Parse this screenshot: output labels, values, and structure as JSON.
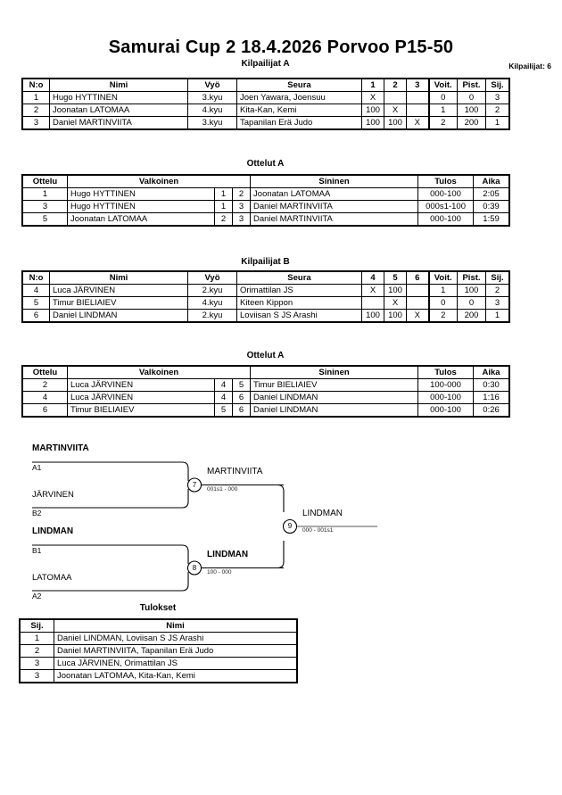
{
  "header": {
    "title": "Samurai Cup 2  18.4.2026  Porvoo   P15-50",
    "entrants_label": "Kilpailijat: 6"
  },
  "captions": {
    "pool_a": "Kilpailijat A",
    "matches_a": "Ottelut A",
    "pool_b": "Kilpailijat B",
    "matches_b": "Ottelut A",
    "results": "Tulokset"
  },
  "pool_headers_a": {
    "no": "N:o",
    "name": "Nimi",
    "belt": "Vyö",
    "club": "Seura",
    "m1": "1",
    "m2": "2",
    "m3": "3",
    "wins": "Voit.",
    "points": "Pist.",
    "rank": "Sij."
  },
  "pool_headers_b": {
    "no": "N:o",
    "name": "Nimi",
    "belt": "Vyö",
    "club": "Seura",
    "m1": "4",
    "m2": "5",
    "m3": "6",
    "wins": "Voit.",
    "points": "Pist.",
    "rank": "Sij."
  },
  "pool_a_rows": [
    {
      "no": "1",
      "name": "Hugo HYTTINEN",
      "belt": "3.kyu",
      "club": "Joen Yawara, Joensuu",
      "m1": "X",
      "m2": "",
      "m3": "",
      "wins": "0",
      "points": "0",
      "rank": "3"
    },
    {
      "no": "2",
      "name": "Joonatan LATOMAA",
      "belt": "4.kyu",
      "club": "Kita-Kan, Kemi",
      "m1": "100",
      "m2": "X",
      "m3": "",
      "wins": "1",
      "points": "100",
      "rank": "2"
    },
    {
      "no": "3",
      "name": "Daniel MARTINVIITA",
      "belt": "3.kyu",
      "club": "Tapanilan Erä Judo",
      "m1": "100",
      "m2": "100",
      "m3": "X",
      "wins": "2",
      "points": "200",
      "rank": "1"
    }
  ],
  "pool_b_rows": [
    {
      "no": "4",
      "name": "Luca JÄRVINEN",
      "belt": "2.kyu",
      "club": "Orimattilan JS",
      "m1": "X",
      "m2": "100",
      "m3": "",
      "wins": "1",
      "points": "100",
      "rank": "2"
    },
    {
      "no": "5",
      "name": "Timur BIELIAIEV",
      "belt": "4.kyu",
      "club": "Kiteen Kippon",
      "m1": "",
      "m2": "X",
      "m3": "",
      "wins": "0",
      "points": "0",
      "rank": "3"
    },
    {
      "no": "6",
      "name": "Daniel LINDMAN",
      "belt": "2.kyu",
      "club": "Loviisan S JS Arashi",
      "m1": "100",
      "m2": "100",
      "m3": "X",
      "wins": "2",
      "points": "200",
      "rank": "1"
    }
  ],
  "match_headers": {
    "match": "Ottelu",
    "white": "Valkoinen",
    "blue": "Sininen",
    "result": "Tulos",
    "time": "Aika"
  },
  "matches_a_rows": [
    {
      "match": "1",
      "white": "Hugo HYTTINEN",
      "white_no": "1",
      "blue_no": "2",
      "blue": "Joonatan LATOMAA",
      "result": "000-100",
      "time": "2:05",
      "winner": "blue"
    },
    {
      "match": "3",
      "white": "Hugo HYTTINEN",
      "white_no": "1",
      "blue_no": "3",
      "blue": "Daniel MARTINVIITA",
      "result": "000s1-100",
      "time": "0:39",
      "winner": "blue"
    },
    {
      "match": "5",
      "white": "Joonatan LATOMAA",
      "white_no": "2",
      "blue_no": "3",
      "blue": "Daniel MARTINVIITA",
      "result": "000-100",
      "time": "1:59",
      "winner": "blue"
    }
  ],
  "matches_b_rows": [
    {
      "match": "2",
      "white": "Luca JÄRVINEN",
      "white_no": "4",
      "blue_no": "5",
      "blue": "Timur BIELIAIEV",
      "result": "100-000",
      "time": "0:30",
      "winner": "white"
    },
    {
      "match": "4",
      "white": "Luca JÄRVINEN",
      "white_no": "4",
      "blue_no": "6",
      "blue": "Daniel LINDMAN",
      "result": "000-100",
      "time": "1:16",
      "winner": "blue"
    },
    {
      "match": "6",
      "white": "Timur BIELIAIEV",
      "white_no": "5",
      "blue_no": "6",
      "blue": "Daniel LINDMAN",
      "result": "000-100",
      "time": "0:26",
      "winner": "blue"
    }
  ],
  "bracket": {
    "semifinal_1": {
      "top_name": "MARTINVIITA",
      "top_seed": "A1",
      "bottom_name": "JÄRVINEN",
      "bottom_seed": "B2",
      "number": "7",
      "winner": "MARTINVIITA",
      "score": "001s1 - 000"
    },
    "semifinal_2": {
      "top_name": "LINDMAN",
      "top_seed": "B1",
      "bottom_name": "LATOMAA",
      "bottom_seed": "A2",
      "number": "8",
      "winner": "LINDMAN",
      "score": "100 - 000"
    },
    "final": {
      "number": "9",
      "winner": "LINDMAN",
      "score": "000 - 001s1"
    }
  },
  "results_headers": {
    "rank": "Sij.",
    "name": "Nimi"
  },
  "results_rows": [
    {
      "rank": "1",
      "name": "Daniel LINDMAN, Loviisan S JS Arashi"
    },
    {
      "rank": "2",
      "name": "Daniel MARTINVIITA, Tapanilan Erä Judo"
    },
    {
      "rank": "3",
      "name": "Luca JÄRVINEN, Orimattilan JS"
    },
    {
      "rank": "3",
      "name": "Joonatan LATOMAA, Kita-Kan, Kemi"
    }
  ]
}
